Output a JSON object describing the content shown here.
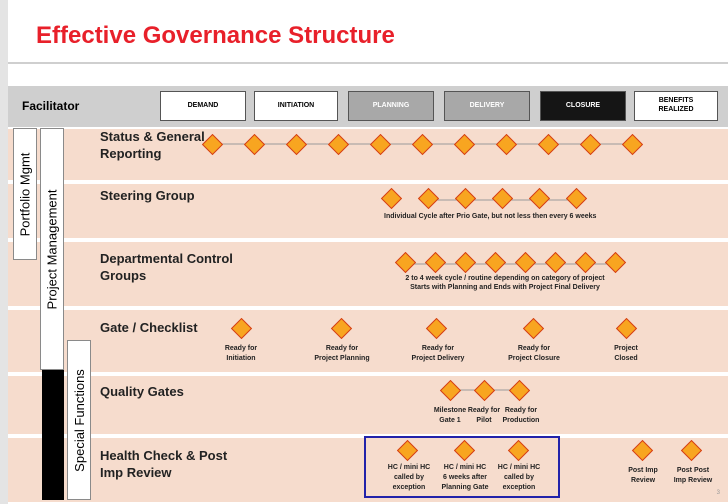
{
  "title": "Effective Governance Structure",
  "facilitator": "Facilitator",
  "phases": [
    "DEMAND",
    "INITIATION",
    "PLANNING",
    "DELIVERY",
    "CLOSURE",
    "BENEFITS REALIZED"
  ],
  "vertical_labels": {
    "portfolio": "Portfolio Mgmt",
    "project": "Project Management",
    "special": "Special Functions"
  },
  "rows": [
    {
      "label": "Status & General Reporting"
    },
    {
      "label": "Steering Group"
    },
    {
      "label": "Departmental Control Groups"
    },
    {
      "label": "Gate / Checklist"
    },
    {
      "label": "Quality Gates"
    },
    {
      "label": "Health Check & Post Imp Review"
    }
  ],
  "notes": {
    "steering": "Individual Cycle after Prio Gate, but not less then every 6 weeks",
    "departmental_1": "2 to 4 week cycle / routine depending on category of project",
    "departmental_2": "Starts with Planning and Ends with Project Final Delivery"
  },
  "gate_labels": [
    {
      "l1": "Ready for",
      "l2": "Initiation"
    },
    {
      "l1": "Ready for",
      "l2": "Project Planning"
    },
    {
      "l1": "Ready for",
      "l2": "Project Delivery"
    },
    {
      "l1": "Ready for",
      "l2": "Project Closure"
    },
    {
      "l1": "Project",
      "l2": "Closed"
    }
  ],
  "quality_labels": [
    {
      "l1": "Milestone",
      "l2": "Gate 1"
    },
    {
      "l1": "Ready for",
      "l2": "Pilot"
    },
    {
      "l1": "Ready for",
      "l2": "Production"
    }
  ],
  "hc_labels": [
    {
      "l1": "HC / mini HC",
      "l2": "called by",
      "l3": "exception"
    },
    {
      "l1": "HC / mini HC",
      "l2": "6 weeks after",
      "l3": "Planning Gate"
    },
    {
      "l1": "HC / mini HC",
      "l2": "called by",
      "l3": "exception"
    }
  ],
  "pir_labels": [
    {
      "l1": "Post Imp",
      "l2": "Review"
    },
    {
      "l1": "Post Post",
      "l2": "Imp Review"
    }
  ],
  "page_number": "3",
  "colors": {
    "title": "#e8202a",
    "milestone_fill": "#f8a520",
    "milestone_border": "#d43c1a",
    "band": "#f6dccd"
  }
}
